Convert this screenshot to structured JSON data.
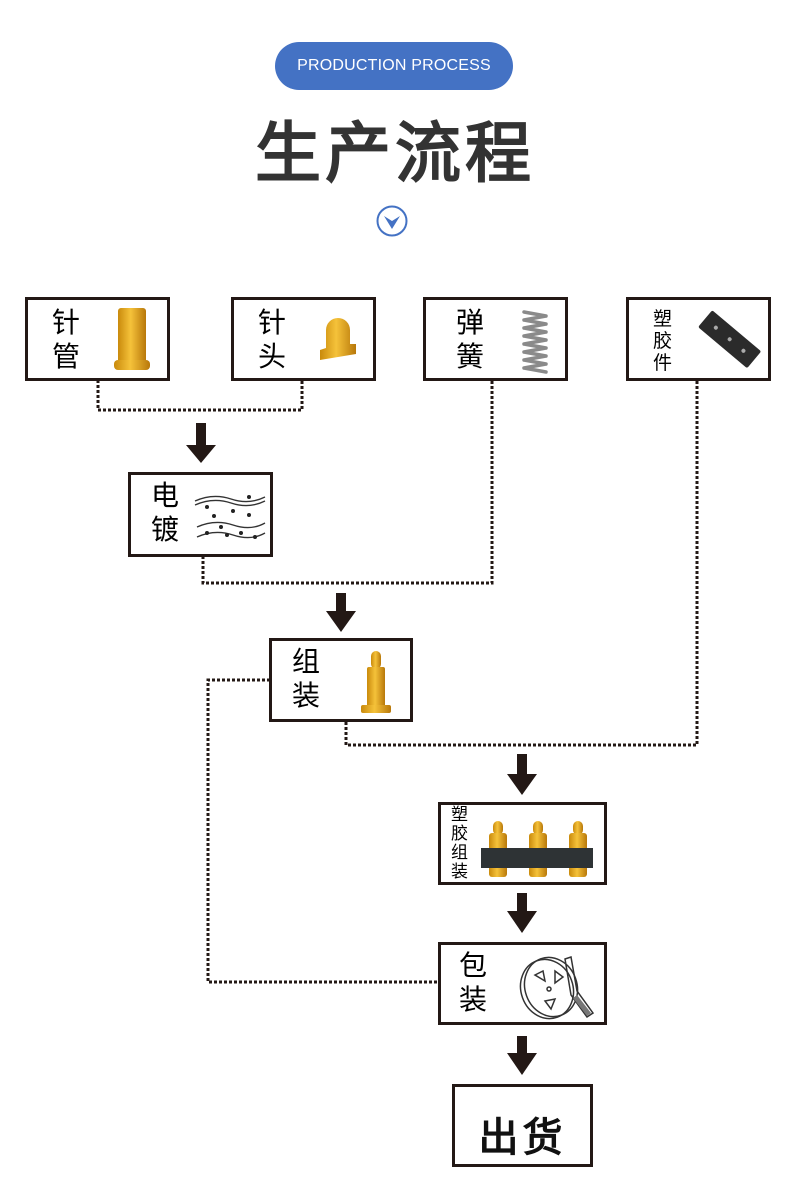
{
  "header": {
    "badge": "PRODUCTION PROCESS",
    "title": "生产流程",
    "scroll_icon": "chevron-down-circle-icon",
    "accent_color": "#4472c4"
  },
  "steps": {
    "needle_tube": {
      "line1": "针",
      "line2": "管",
      "icon": "needle-tube-icon"
    },
    "needle_head": {
      "line1": "针",
      "line2": "头",
      "icon": "needle-head-icon"
    },
    "spring": {
      "line1": "弹",
      "line2": "簧",
      "icon": "spring-icon"
    },
    "plastic_part": {
      "line1": "塑",
      "line2": "胶",
      "line3": "件",
      "icon": "plastic-part-icon"
    },
    "plating": {
      "line1": "电",
      "line2": "镀",
      "icon": "plating-waves-icon"
    },
    "assembly": {
      "line1": "组",
      "line2": "装",
      "icon": "pogo-pin-icon"
    },
    "plastic_assembly": {
      "line1": "塑",
      "line2": "胶",
      "line3": "组",
      "line4": "装",
      "icon": "pin-header-icon"
    },
    "packaging": {
      "line1": "包",
      "line2": "装",
      "icon": "tape-reel-icon"
    },
    "shipping": {
      "label": "出货"
    }
  },
  "colors": {
    "box_border": "#231815",
    "gold": "#e8a317",
    "dark_part": "#2b2b2b"
  }
}
